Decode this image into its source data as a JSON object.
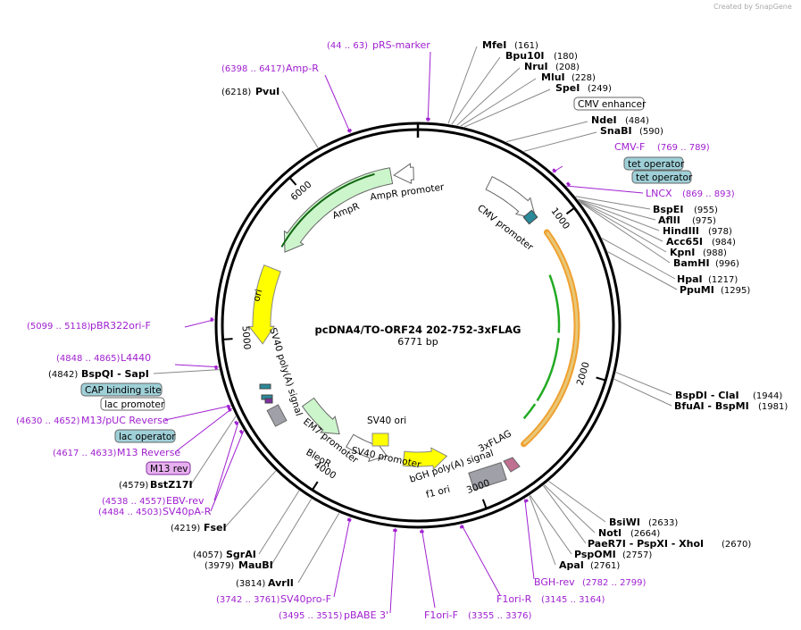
{
  "credit": "Created by SnapGene",
  "plasmid": {
    "name": "pcDNA4/TO-ORF24 202-752-3xFLAG",
    "length": "6771 bp"
  },
  "scale_ticks": [
    {
      "label": "1000",
      "bp": 1000
    },
    {
      "label": "2000",
      "bp": 2000
    },
    {
      "label": "3000",
      "bp": 3000
    },
    {
      "label": "4000",
      "bp": 4000
    },
    {
      "label": "5000",
      "bp": 5000
    },
    {
      "label": "6000",
      "bp": 6000
    }
  ],
  "primers": [
    {
      "name": "pRS-marker",
      "range": "(44 .. 63)",
      "bp": 53
    },
    {
      "name": "Amp-R",
      "range": "(6398 .. 6417)",
      "bp": 6407
    },
    {
      "name": "CMV-F",
      "range": "(769 .. 789)",
      "bp": 779
    },
    {
      "name": "LNCX",
      "range": "(869 .. 893)",
      "bp": 881
    },
    {
      "name": "pBR322ori-F",
      "range": "(5099 .. 5118)",
      "bp": 5108
    },
    {
      "name": "L4440",
      "range": "(4848 .. 4865)",
      "bp": 4856
    },
    {
      "name": "M13/pUC Reverse",
      "range": "(4630 .. 4652)",
      "bp": 4641
    },
    {
      "name": "M13 Reverse",
      "range": "(4617 .. 4633)",
      "bp": 4625
    },
    {
      "name": "EBV-rev",
      "range": "(4538 .. 4557)",
      "bp": 4547
    },
    {
      "name": "SV40pA-R",
      "range": "(4484 .. 4503)",
      "bp": 4493
    },
    {
      "name": "SV40pro-F",
      "range": "(3742 .. 3761)",
      "bp": 3751
    },
    {
      "name": "pBABE 3'",
      "range": "(3495 .. 3515)",
      "bp": 3505
    },
    {
      "name": "F1ori-F",
      "range": "(3355 .. 3376)",
      "bp": 3365
    },
    {
      "name": "F1ori-R",
      "range": "(3145 .. 3164)",
      "bp": 3154
    },
    {
      "name": "BGH-rev",
      "range": "(2782 .. 2799)",
      "bp": 2790
    }
  ],
  "sites": [
    {
      "name": "MfeI",
      "pos": "(161)",
      "bp": 161
    },
    {
      "name": "Bpu10I",
      "pos": "(180)",
      "bp": 180
    },
    {
      "name": "NruI",
      "pos": "(208)",
      "bp": 208
    },
    {
      "name": "MluI",
      "pos": "(228)",
      "bp": 228
    },
    {
      "name": "SpeI",
      "pos": "(249)",
      "bp": 249
    },
    {
      "name": "NdeI",
      "pos": "(484)",
      "bp": 484
    },
    {
      "name": "SnaBI",
      "pos": "(590)",
      "bp": 590
    },
    {
      "name": "BspEI",
      "pos": "(955)",
      "bp": 955
    },
    {
      "name": "AflII",
      "pos": "(975)",
      "bp": 975
    },
    {
      "name": "HindIII",
      "pos": "(978)",
      "bp": 978
    },
    {
      "name": "Acc65I",
      "pos": "(984)",
      "bp": 984
    },
    {
      "name": "KpnI",
      "pos": "(988)",
      "bp": 988
    },
    {
      "name": "BamHI",
      "pos": "(996)",
      "bp": 996
    },
    {
      "name": "HpaI",
      "pos": "(1217)",
      "bp": 1217
    },
    {
      "name": "PpuMI",
      "pos": "(1295)",
      "bp": 1295
    },
    {
      "name": "BspDI - ClaI",
      "pos": "(1944)",
      "bp": 1944
    },
    {
      "name": "BfuAI - BspMI",
      "pos": "(1981)",
      "bp": 1981
    },
    {
      "name": "BsiWI",
      "pos": "(2633)",
      "bp": 2633
    },
    {
      "name": "NotI",
      "pos": "(2664)",
      "bp": 2664
    },
    {
      "name": "PaeR7I - PspXI - XhoI",
      "pos": "(2670)",
      "bp": 2670
    },
    {
      "name": "PspOMI",
      "pos": "(2757)",
      "bp": 2757
    },
    {
      "name": "ApaI",
      "pos": "(2761)",
      "bp": 2761
    },
    {
      "name": "BstZ17I",
      "pos": "(4579)",
      "bp": 4579
    },
    {
      "name": "FseI",
      "pos": "(4219)",
      "bp": 4219
    },
    {
      "name": "SgrAI",
      "pos": "(4057)",
      "bp": 4057
    },
    {
      "name": "MauBI",
      "pos": "(3979)",
      "bp": 3979
    },
    {
      "name": "AvrII",
      "pos": "(3814)",
      "bp": 3814
    },
    {
      "name": "PvuI",
      "pos": "(6218)",
      "bp": 6218
    },
    {
      "name": "BspQI - SapI",
      "pos": "(4842)",
      "bp": 4842
    }
  ],
  "boxed_features": [
    {
      "name": "CMV enhancer",
      "style": "white"
    },
    {
      "name": "tet operator",
      "style": "teal"
    },
    {
      "name": "tet operator",
      "style": "teal"
    },
    {
      "name": "CAP binding site",
      "style": "teal"
    },
    {
      "name": "lac promoter",
      "style": "white"
    },
    {
      "name": "lac operator",
      "style": "teal"
    },
    {
      "name": "M13 rev",
      "style": "purple"
    }
  ],
  "map_features": [
    {
      "name": "CMV promoter"
    },
    {
      "name": "AmpR promoter"
    },
    {
      "name": "AmpR"
    },
    {
      "name": "ori"
    },
    {
      "name": "SV40 poly(A) signal"
    },
    {
      "name": "EM7 promoter"
    },
    {
      "name": "BleoR"
    },
    {
      "name": "SV40 ori"
    },
    {
      "name": "SV40 promoter"
    },
    {
      "name": "f1 ori"
    },
    {
      "name": "bGH poly(A) signal"
    },
    {
      "name": "3xFLAG"
    }
  ],
  "colors": {
    "primer": "#a020d0",
    "promoter_fill": "#ffffff",
    "ampr_fill": "#ccf5cc",
    "ori_fill": "#ffff00",
    "orf_outline": "#f0a030",
    "orf_inner": "#22aa22",
    "teal": "#9fd0d8",
    "purple_box": "#e8b0f0",
    "polyA_fill": "#a0a0a8",
    "flag_fill": "#c07090"
  }
}
